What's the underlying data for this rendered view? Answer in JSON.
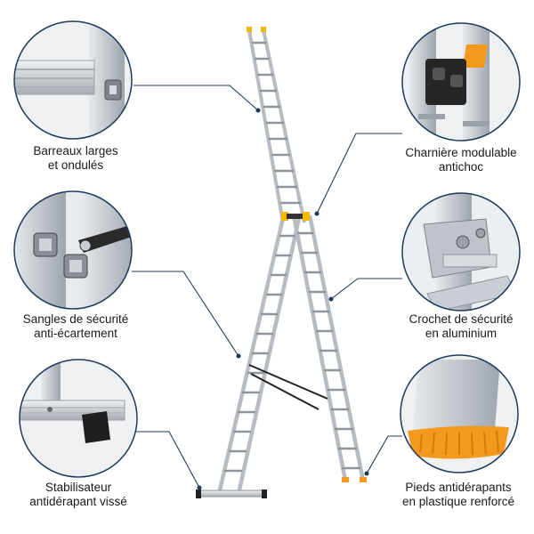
{
  "callouts": {
    "rungs": {
      "line1": "Barreaux larges",
      "line2": "et ondulés"
    },
    "hinge": {
      "line1": "Charnière modulable",
      "line2": "antichoc"
    },
    "straps": {
      "line1": "Sangles de sécurité",
      "line2": "anti-écartement"
    },
    "hook": {
      "line1": "Crochet de sécurité",
      "line2": "en aluminium"
    },
    "stabilizer": {
      "line1": "Stabilisateur",
      "line2": "antidérapant vissé"
    },
    "feet": {
      "line1": "Pieds antidérapants",
      "line2": "en plastique renforcé"
    }
  },
  "colors": {
    "accent_line": "#1f3b5c",
    "circle_stroke": "#1f3b5c",
    "aluminium": "#c9ced4",
    "aluminium_dark": "#9aa1a8",
    "yellow": "#f5b800",
    "orange": "#f39a1e",
    "black_part": "#222222"
  }
}
